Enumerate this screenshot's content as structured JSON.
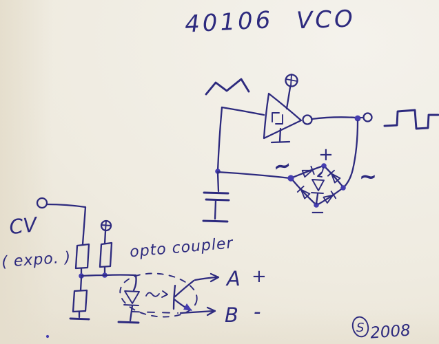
{
  "colors": {
    "ink": "#2d2a7e",
    "ink_strong": "#453db0",
    "paper": "#efebe0",
    "paper_dark": "#e5decd",
    "paper_light": "#f4f2ec"
  },
  "title": {
    "chip": "40106",
    "name": "VCO"
  },
  "labels": {
    "cv": "CV",
    "cv_mode": "( expo. )",
    "opto": "opto coupler",
    "output_a": "A",
    "output_a_sign": "+",
    "output_b": "B",
    "output_b_sign": "-",
    "bridge_plus": "+",
    "bridge_minus": "−",
    "ac_left": "~",
    "ac_right": "~"
  },
  "signature": {
    "monogram": "S",
    "year": "2008"
  },
  "symbols": {
    "triangle_wave": "triangle-wave-icon",
    "square_wave": "square-wave-icon",
    "schmitt_inverter": "schmitt-inverter-icon",
    "power_terminal": "circled-plus",
    "ground": "T-bar",
    "capacitor": "parallel-plates",
    "bridge_rectifier": "diode-diamond",
    "led": "diode-with-bar",
    "resistor": "box",
    "phototransistor": "k-shape",
    "optocoupler_enclosure": "dashed-ellipse"
  }
}
